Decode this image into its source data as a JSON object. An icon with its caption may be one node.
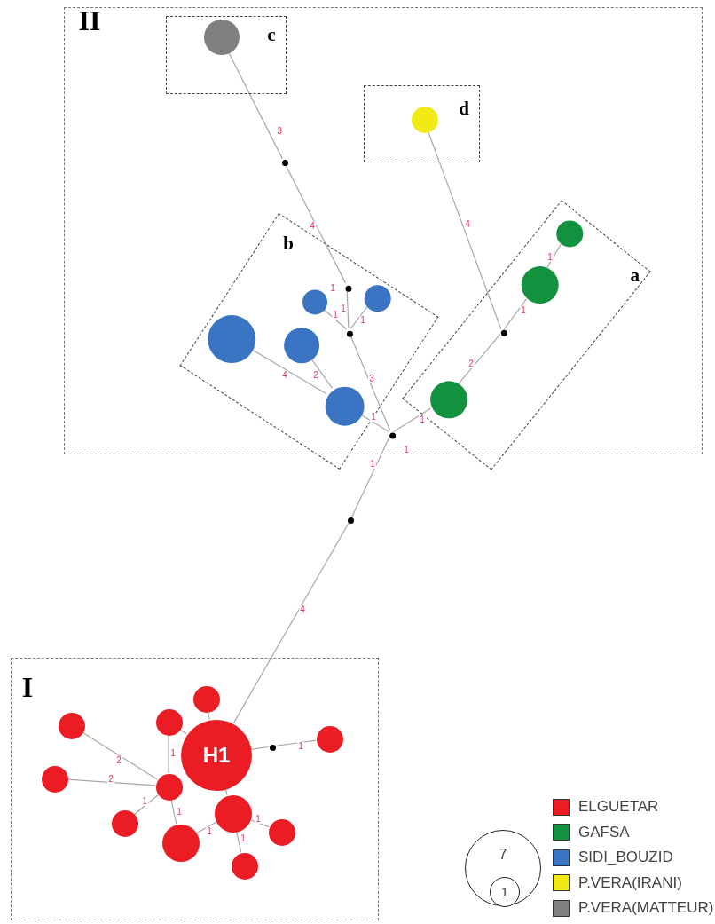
{
  "diagram": {
    "nodes": [
      {
        "text": [
          "II"
        ]
      },
      {
        "text": [
          "c"
        ],
        "in": 0
      },
      {
        "text": [
          "d"
        ],
        "in": 0
      },
      {
        "text": [
          "b"
        ],
        "in": 0
      },
      {
        "text": [
          "a"
        ],
        "in": 0
      },
      {
        "text": [
          "I"
        ]
      },
      {
        "text": [],
        "shape": "circle",
        "in": 1
      },
      {
        "text": [],
        "shape": "circle",
        "in": 2
      },
      {
        "text": [],
        "shape": "dot",
        "in": 0
      },
      {
        "text": [],
        "shape": "dot",
        "in": 3
      },
      {
        "text": [],
        "shape": "circle",
        "in": 3
      },
      {
        "text": [],
        "shape": "circle",
        "in": 3
      },
      {
        "text": [],
        "shape": "dot",
        "in": 3
      },
      {
        "text": [],
        "shape": "circle",
        "in": 3
      },
      {
        "text": [],
        "shape": "circle",
        "in": 3
      },
      {
        "text": [],
        "shape": "circle",
        "in": 3
      },
      {
        "text": [],
        "shape": "dot",
        "in": 3
      },
      {
        "text": [],
        "shape": "circle",
        "in": 4
      },
      {
        "text": [],
        "shape": "circle",
        "in": 4
      },
      {
        "text": [],
        "shape": "dot",
        "in": 4
      },
      {
        "text": [],
        "shape": "circle",
        "in": 4
      },
      {
        "text": [],
        "shape": "dot"
      },
      {
        "text": [],
        "shape": "circle",
        "in": 5
      },
      {
        "text": [],
        "shape": "circle",
        "in": 5
      },
      {
        "text": [],
        "shape": "circle",
        "in": 5
      },
      {
        "text": [],
        "shape": "circle",
        "in": 5
      },
      {
        "text": [
          "H1"
        ],
        "in": 5
      },
      {
        "text": [],
        "shape": "dot",
        "in": 5
      },
      {
        "text": [],
        "shape": "circle",
        "in": 5
      },
      {
        "text": [],
        "shape": "circle",
        "in": 5
      },
      {
        "text": [],
        "shape": "circle",
        "in": 5
      },
      {
        "text": [],
        "shape": "circle",
        "in": 5
      },
      {
        "text": [],
        "shape": "circle",
        "in": 5
      },
      {
        "text": [],
        "shape": "circle",
        "in": 5
      },
      {
        "text": [],
        "shape": "circle",
        "in": 5
      },
      {
        "text": [
          "7"
        ]
      },
      {
        "text": [
          "1"
        ],
        "in": 35
      }
    ],
    "edges": [
      {
        "from": 6,
        "to": 8,
        "arrow": "none",
        "label": "3"
      },
      {
        "from": 8,
        "to": 9,
        "arrow": "none",
        "label": "4"
      },
      {
        "from": 9,
        "to": 12,
        "arrow": "none",
        "label": "1"
      },
      {
        "from": 10,
        "to": 12,
        "arrow": "none",
        "label": "1"
      },
      {
        "from": 11,
        "to": 12,
        "arrow": "none",
        "label": "1"
      },
      {
        "from": 12,
        "to": 16,
        "arrow": "none",
        "label": "3"
      },
      {
        "from": 13,
        "to": 15,
        "arrow": "none",
        "label": "4"
      },
      {
        "from": 14,
        "to": 15,
        "arrow": "none",
        "label": "2"
      },
      {
        "from": 15,
        "to": 16,
        "arrow": "none",
        "label": "1"
      },
      {
        "from": 16,
        "to": 20,
        "arrow": "none",
        "label": "1"
      },
      {
        "from": 7,
        "to": 19,
        "arrow": "none",
        "label": "4"
      },
      {
        "from": 17,
        "to": 18,
        "arrow": "none",
        "label": "1"
      },
      {
        "from": 18,
        "to": 19,
        "arrow": "none",
        "label": "1"
      },
      {
        "from": 19,
        "to": 20,
        "arrow": "none",
        "label": "2"
      },
      {
        "from": 16,
        "to": 21,
        "arrow": "none",
        "label": "1"
      },
      {
        "from": 21,
        "to": 26,
        "arrow": "none",
        "label": "4"
      },
      {
        "from": 26,
        "to": 22,
        "arrow": "none"
      },
      {
        "from": 26,
        "to": 23,
        "arrow": "none"
      },
      {
        "from": 23,
        "to": 29,
        "arrow": "none",
        "label": "1"
      },
      {
        "from": 24,
        "to": 29,
        "arrow": "none",
        "label": "2"
      },
      {
        "from": 25,
        "to": 29,
        "arrow": "none",
        "label": "2"
      },
      {
        "from": 29,
        "to": 30,
        "arrow": "none",
        "label": "1"
      },
      {
        "from": 29,
        "to": 31,
        "arrow": "none",
        "label": "1"
      },
      {
        "from": 31,
        "to": 32,
        "arrow": "none",
        "label": "1"
      },
      {
        "from": 26,
        "to": 32,
        "arrow": "none"
      },
      {
        "from": 32,
        "to": 33,
        "arrow": "none",
        "label": "1"
      },
      {
        "from": 32,
        "to": 34,
        "arrow": "none",
        "label": "1"
      },
      {
        "from": 26,
        "to": 27,
        "arrow": "none"
      },
      {
        "from": 27,
        "to": 28,
        "arrow": "none",
        "label": "1"
      }
    ],
    "labels": [
      "1",
      "1"
    ],
    "legend": [
      {
        "text": "ELGUETAR",
        "color": "#ec1c24"
      },
      {
        "text": "GAFSA",
        "color": "#12913e"
      },
      {
        "text": "SIDI_BOUZID",
        "color": "#3a74c2"
      },
      {
        "text": "P.VERA(IRANI)",
        "color": "#f2ea16"
      },
      {
        "text": "P.VERA(MATTEUR)",
        "color": "#808080"
      }
    ]
  }
}
